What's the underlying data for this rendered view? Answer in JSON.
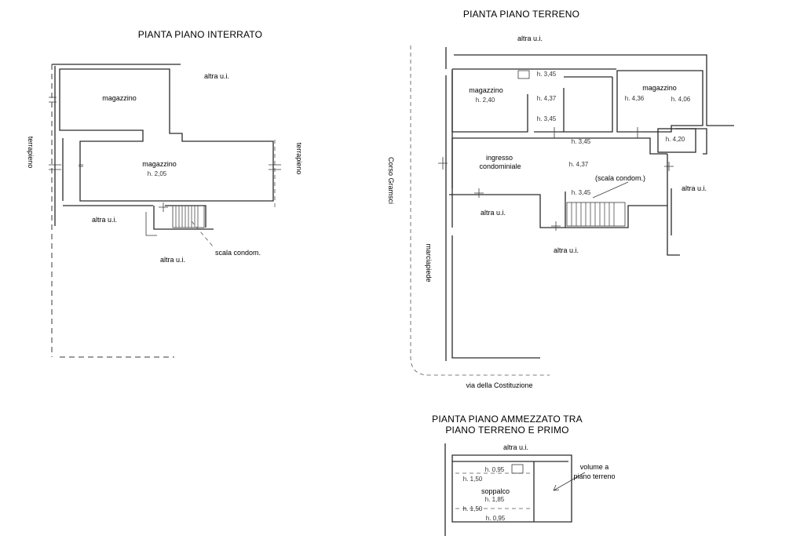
{
  "basement": {
    "title": "PIANTA PIANO INTERRATO",
    "room_top": "magazzino",
    "room_main": "magazzino",
    "room_main_h": "h. 2,05",
    "other_unit_top": "altra u.i.",
    "other_unit_left": "altra u.i.",
    "other_unit_bottom": "altra u.i.",
    "fill_left": "terrapieno",
    "fill_right": "terrapieno",
    "stair_label": "scala condom."
  },
  "ground": {
    "title": "PIANTA PIANO TERRENO",
    "other_unit_top": "altra u.i.",
    "room_left": "magazzino",
    "room_left_h": "h. 2,40",
    "h_345_a": "h. 3,45",
    "h_437_a": "h. 4,37",
    "h_345_b": "h. 3,45",
    "room_right": "magazzino",
    "room_right_h1": "h. 4,36",
    "room_right_h2": "h. 4,06",
    "h_420": "h. 4,20",
    "h_345_c": "h. 3,45",
    "entrance_line1": "ingresso",
    "entrance_line2": "condominiale",
    "h_437_b": "h. 4,37",
    "stair_label": "(scala condom.)",
    "h_345_d": "h. 3,45",
    "other_unit_left": "altra u.i.",
    "other_unit_right": "altra u.i.",
    "other_unit_bottom": "altra u.i.",
    "street_left": "Corso Gramsci",
    "sidewalk": "marciapiede",
    "street_bottom": "via della Costituzione"
  },
  "mezzanine": {
    "title_line1": "PIANTA PIANO AMMEZZATO TRA",
    "title_line2": "PIANO TERRENO E PRIMO",
    "other_unit_top": "altra u.i.",
    "h_095_top": "h. 0,95",
    "h_150_top": "h. 1,50",
    "room": "soppalco",
    "room_h": "h. 1,85",
    "h_150_bottom": "h. 1,50",
    "h_095_bottom": "h. 0,95",
    "volume_line1": "volume a",
    "volume_line2": "piano terreno"
  }
}
